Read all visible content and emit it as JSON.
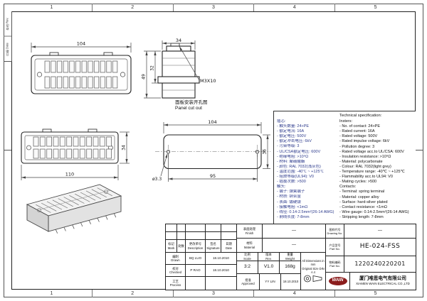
{
  "sheet": {
    "grid_numbers": [
      "1",
      "2",
      "3",
      "4",
      "5"
    ],
    "rev_strip": [
      "修改 Rev.",
      "日期 Date"
    ]
  },
  "views": {
    "front": {
      "dim_width": "104"
    },
    "side": {
      "dim_top": "34",
      "dim_left_inner": "32",
      "dim_left_outer": "49",
      "screw_label": "M3X10"
    },
    "cutout": {
      "title_cn": "面板安装开孔图",
      "title_en": "Panel cut out",
      "dim_top": "104",
      "dim_bottom": "95",
      "dim_right": "36",
      "hole_label": "ø3.3"
    },
    "rear": {
      "dim_bottom": "110",
      "dim_right": "34"
    }
  },
  "specs": {
    "en_title": "Technical specification:",
    "en_lines": [
      "Insters:",
      "- No. of contact: 24+PE",
      "- Rated current: 16A",
      "- Rated voltage: 500V",
      "- Rated impulse voltage: 6kV",
      "- Pollution degree: 3",
      "- Rated voltage acc.to UL/CSA: 600V",
      "- Insulation resistance: >10⁹Ω",
      "- Material: polycarbonate",
      "- Colour: RAL 7032(light grey)",
      "- Temperature range: -40℃ ~ +125℃",
      "- Flammability acc.to UL94: V0",
      "- Mating cycles: >500",
      "Contacts:",
      "- Terminal: spring terminal",
      "- Material: copper alloy",
      "- Surface: hard-silver plated",
      "- Contact resistance: <1mΩ",
      "- Wire gauge: 0.14-2.5mm²(26-14 AWG)",
      "- Stripping length: 7-8mm"
    ],
    "cn_lines": [
      "插芯:",
      "- 触头数量: 24+PE",
      "- 额定电流: 16A",
      "- 额定电压: 500V",
      "- 额定冲击电压: 6kV",
      "- 污染等级: 3",
      "- UL/CSA额定电压: 600V",
      "- 绝缘电阻: >10⁹Ω",
      "- 材料: 聚碳酸酯",
      "- 颜色: RAL 7032(浅灰色)",
      "- 温度范围: -40℃ ~ +125℃",
      "- 阻燃等级(UL94): V0",
      "- 插拔次数: >500",
      "触头:",
      "- 端子: 弹簧端子",
      "- 材质: 铜合金",
      "- 表面: 镀硬银",
      "- 接触电阻: <1mΩ",
      "- 线径: 0.14-2.5mm²(26-14 AWG)",
      "- 剥线长度: 7-8mm"
    ]
  },
  "title_block": {
    "header": {
      "mark_cn": "标记",
      "mark_en": "Mark",
      "qty": "处数",
      "desc_cn": "更改单号",
      "desc_en": "Description",
      "sign_cn": "签名",
      "sign_en": "Signature",
      "date_cn": "日期",
      "date_en": "Date"
    },
    "rows": [
      {
        "role_cn": "编制",
        "role_en": "Drawn",
        "name": "BQ LUO",
        "date": "18.10.2010"
      },
      {
        "role_cn": "校对",
        "role_en": "Checked",
        "name": "P RAO",
        "date": "18.10.2010"
      },
      {
        "role_cn": "工艺",
        "role_en": "Process",
        "name": "",
        "date": ""
      }
    ],
    "approved": {
      "role_cn": "批准",
      "role_en": "Approved",
      "name": "YY LIN",
      "date": "18.10.2010"
    },
    "finish_cn": "表面处理",
    "finish_en": "Finish",
    "finish_value": "—",
    "material_cn": "材料",
    "material_en": "Material",
    "material_value": "—",
    "scale_cn": "比例",
    "scale_en": "Scale",
    "scale_value": "3:2",
    "rev_cn": "版本",
    "rev_en": "Rev.",
    "rev_value": "V1.0",
    "weight_cn": "重量",
    "weight_en": "Weight",
    "weight_value": "168g",
    "note1": "All Dimensions in mm",
    "note2": "Original Size DIN A 4",
    "drawing_no_cn": "图样代号",
    "drawing_no_en": "Drawing No.",
    "drawing_no_value": "—",
    "model_cn": "产品型号",
    "model_en": "Part No.",
    "model_value": "HE-024-FSS",
    "part_no_cn": "物料编码",
    "part_no_en": "Part No.",
    "part_no_value": "1220240220201",
    "logo_text": "WAIN",
    "company_cn": "厦门唯恩电气有限公司",
    "company_en": "XIAMEN WAIN ELECTRICAL CO.,LTD"
  }
}
